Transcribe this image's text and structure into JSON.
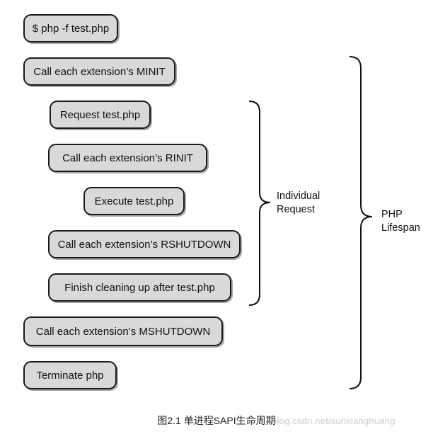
{
  "steps": {
    "run_command": "$ php -f test.php",
    "minit": "Call each extension’s MINIT",
    "request": "Request test.php",
    "rinit": "Call each extension’s RINIT",
    "execute": "Execute test.php",
    "rshutdown": "Call each extension’s RSHUTDOWN",
    "cleanup": "Finish cleaning up after test.php",
    "mshutdown": "Call each extension’s MSHUTDOWN",
    "terminate": "Terminate php"
  },
  "braces": {
    "request": {
      "line1": "Individual",
      "line2": "Request"
    },
    "lifespan": {
      "line1": "PHP",
      "line2": "Lifespan"
    }
  },
  "caption": "图2.1 单进程SAPI生命周期",
  "watermark": "blog.csdn.net/sunxianghuang",
  "colors": {
    "box_fill": "#d9d9d9",
    "box_border": "#1a1a1a",
    "text": "#111111"
  }
}
